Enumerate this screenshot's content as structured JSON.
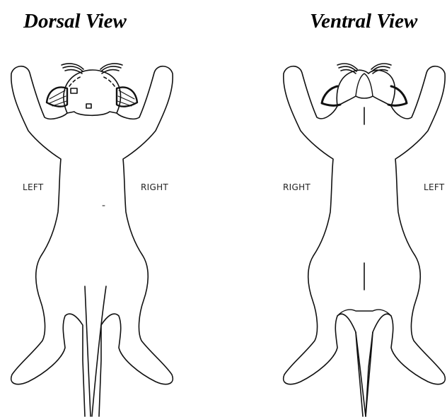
{
  "views": {
    "dorsal": {
      "title": "Dorsal View",
      "left_label": "LEFT",
      "right_label": "RIGHT"
    },
    "ventral": {
      "title": "Ventral View",
      "left_label": "LEFT",
      "right_label": "RIGHT"
    }
  },
  "colors": {
    "outline": "#111111",
    "background": "#ffffff"
  }
}
